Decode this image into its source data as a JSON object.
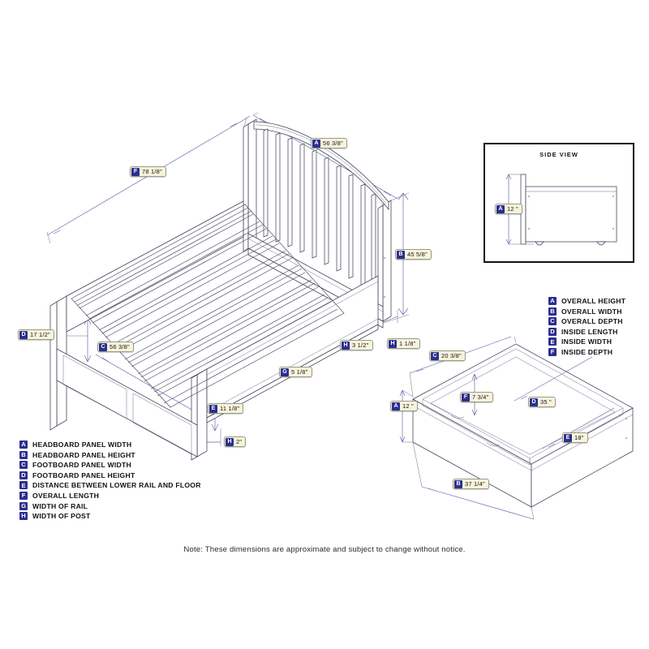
{
  "note": "Note:  These dimensions are approximate and subject to change without notice.",
  "side_view": {
    "title": "SIDE VIEW",
    "dimension": {
      "tag": "A",
      "value": "12 \""
    }
  },
  "bed_dimensions": [
    {
      "tag": "F",
      "value": "78 1/8\""
    },
    {
      "tag": "A",
      "value": "56 3/8\""
    },
    {
      "tag": "B",
      "value": "45 5/8\""
    },
    {
      "tag": "D",
      "value": "17 1/2\""
    },
    {
      "tag": "C",
      "value": "56 3/8\""
    },
    {
      "tag": "H",
      "value": "3 1/2\""
    },
    {
      "tag": "H",
      "value": "1 1/8\""
    },
    {
      "tag": "G",
      "value": "5 1/8\""
    },
    {
      "tag": "E",
      "value": "11 1/8\""
    },
    {
      "tag": "H",
      "value": "2\""
    }
  ],
  "drawer_dimensions": [
    {
      "tag": "C",
      "value": "20 3/8\""
    },
    {
      "tag": "A",
      "value": "12 \""
    },
    {
      "tag": "F",
      "value": "7 3/4\""
    },
    {
      "tag": "D",
      "value": "35 \""
    },
    {
      "tag": "E",
      "value": "18\""
    },
    {
      "tag": "B",
      "value": "37 1/4\""
    }
  ],
  "bed_legend": {
    "items": [
      {
        "key": "A",
        "label": "HEADBOARD PANEL WIDTH"
      },
      {
        "key": "B",
        "label": "HEADBOARD PANEL HEIGHT"
      },
      {
        "key": "C",
        "label": "FOOTBOARD PANEL WIDTH"
      },
      {
        "key": "D",
        "label": "FOOTBOARD PANEL HEIGHT"
      },
      {
        "key": "E",
        "label": "DISTANCE BETWEEN LOWER RAIL AND FLOOR"
      },
      {
        "key": "F",
        "label": "OVERALL LENGTH"
      },
      {
        "key": "G",
        "label": "WIDTH OF RAIL"
      },
      {
        "key": "H",
        "label": "WIDTH OF POST"
      }
    ]
  },
  "drawer_legend": {
    "items": [
      {
        "key": "A",
        "label": "OVERALL HEIGHT"
      },
      {
        "key": "B",
        "label": "OVERALL WIDTH"
      },
      {
        "key": "C",
        "label": "OVERALL DEPTH"
      },
      {
        "key": "D",
        "label": "INSIDE LENGTH"
      },
      {
        "key": "E",
        "label": "INSIDE WIDTH"
      },
      {
        "key": "F",
        "label": "INSIDE DEPTH"
      }
    ]
  },
  "colors": {
    "tag_blue": "#2b2f8f",
    "chip_fill": "#f7f3dc",
    "line": "#3c3f52",
    "dim_line": "#5b61a8"
  }
}
